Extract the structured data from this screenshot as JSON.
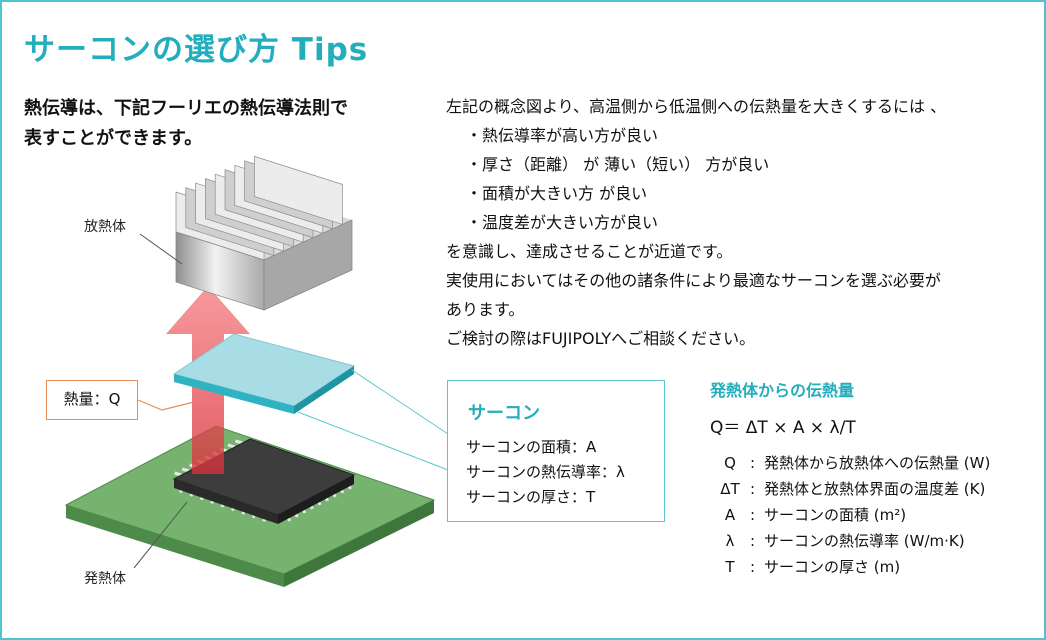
{
  "title": "サーコンの選び方 Tips",
  "intro": {
    "line1": "熱伝導は、下記フーリエの熱伝導法則で",
    "line2": "表すことができます。"
  },
  "explanation": {
    "lines": [
      {
        "text": "左記の概念図より、高温側から低温側への伝熱量を大きくするには 、",
        "indent": false
      },
      {
        "text": "・熱伝導率が高い方が良い",
        "indent": true
      },
      {
        "text": "・厚さ（距離） が 薄い（短い） 方が良い",
        "indent": true
      },
      {
        "text": "・面積が大きい方 が良い",
        "indent": true
      },
      {
        "text": "・温度差が大きい方が良い",
        "indent": true
      },
      {
        "text": "を意識し、達成させることが近道です。",
        "indent": false
      },
      {
        "text": "実使用においてはその他の諸条件により最適なサーコンを選ぶ必要が",
        "indent": false
      },
      {
        "text": "あります。",
        "indent": false
      },
      {
        "text": "ご検討の際はFUJIPOLYへご相談ください。",
        "indent": false
      }
    ]
  },
  "diagram": {
    "heatsink_label": "放熱体",
    "heat_source_label": "発熱体",
    "heat_flow_label": "熱量：Q",
    "colors": {
      "pad_top": "#a9dde6",
      "pad_side": "#2fb3c2",
      "pcb": "#6fae6a",
      "arrow": "#ee6a6f",
      "heatsink": "#c8c8c8"
    }
  },
  "callout": {
    "title": "サーコン",
    "lines": [
      "サーコンの面積：A",
      "サーコンの熱伝導率：λ",
      "サーコンの厚さ：T"
    ]
  },
  "formula": {
    "heading": "発熱体からの伝熱量",
    "equation": "Q＝ ΔT × A ×  λ/T",
    "definitions": [
      {
        "symbol": "Q",
        "meaning": "発熱体から放熱体への伝熱量 (W)"
      },
      {
        "symbol": "ΔT",
        "meaning": "発熱体と放熱体界面の温度差 (K)"
      },
      {
        "symbol": "A",
        "meaning": "サーコンの面積 (m²)"
      },
      {
        "symbol": "λ",
        "meaning": "サーコンの熱伝導率 (W/m·K)"
      },
      {
        "symbol": "T",
        "meaning": "サーコンの厚さ (m)"
      }
    ]
  }
}
